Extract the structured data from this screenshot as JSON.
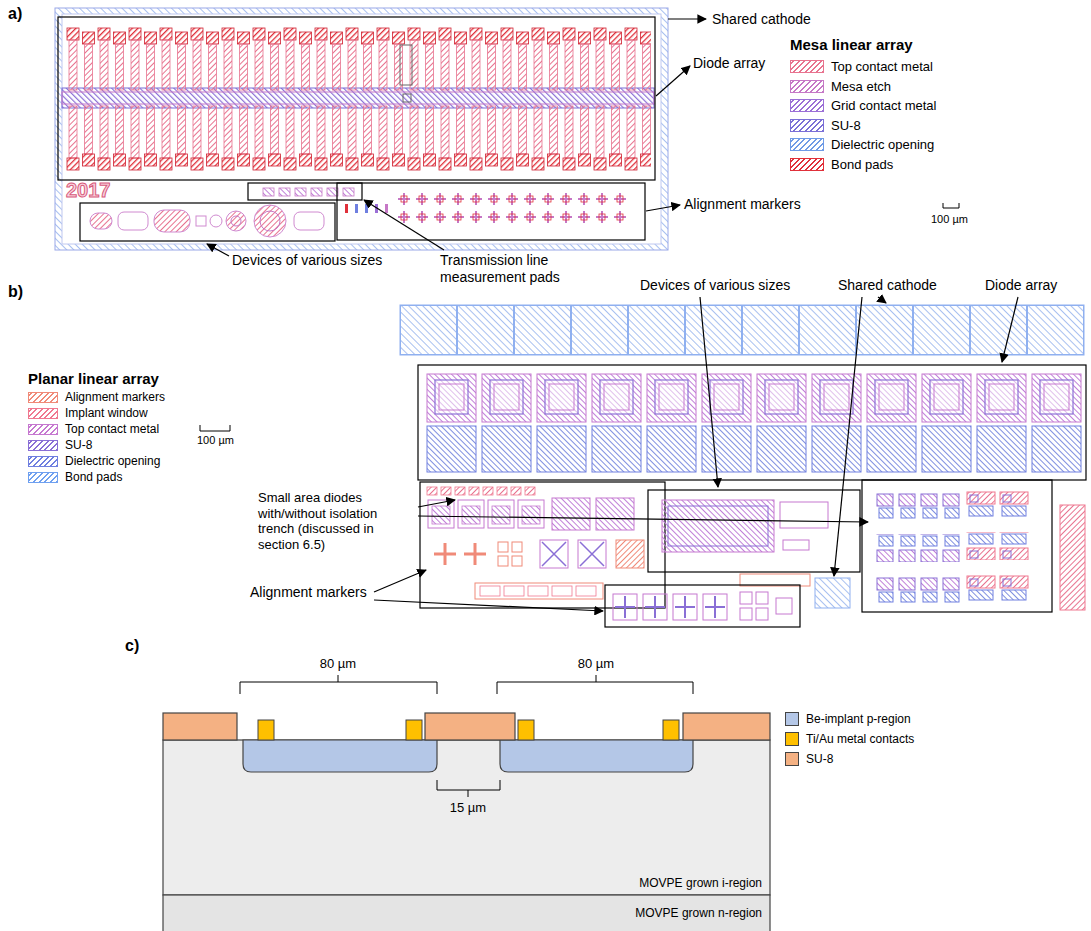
{
  "diagram": {
    "nodes": [
      {
        "text": [
          "MOVPE grown i-region"
        ]
      },
      {
        "text": [
          "MOVPE grown n-region"
        ]
      }
    ],
    "labels": [
      "a)",
      "Shared cathode",
      "Diode array",
      "Mesa linear array",
      "100 µm",
      "Alignment markers",
      "Devices of various sizes",
      "Transmission line measurement pads",
      "2017",
      "b)",
      "Planar linear array",
      "100 µm",
      "Devices of various sizes",
      "Shared cathode",
      "Diode array",
      "Small area diodes with/without isolation trench (discussed in section 6.5)",
      "Alignment markers",
      "c)",
      "80 µm",
      "80 µm",
      "15 µm"
    ],
    "legend": [
      {
        "text": "Top contact metal",
        "color": "#e8738f"
      },
      {
        "text": "Mesa etch",
        "color": "#c678c6"
      },
      {
        "text": "Grid contact metal",
        "color": "#9b6fd6"
      },
      {
        "text": "SU-8",
        "color": "#7b6fd6"
      },
      {
        "text": "Dielectric opening",
        "color": "#6f9be6"
      },
      {
        "text": "Bond pads",
        "color": "#e0303a"
      },
      {
        "text": "Alignment markers",
        "color": "#f08a78"
      },
      {
        "text": "Implant window",
        "color": "#f07890"
      },
      {
        "text": "Top contact metal",
        "color": "#c678d0"
      },
      {
        "text": "SU-8",
        "color": "#8a6fd6"
      },
      {
        "text": "Dielectric opening",
        "color": "#6f7fe0"
      },
      {
        "text": "Bond pads",
        "color": "#6fa0f0"
      },
      {
        "text": "Be-implant p-region",
        "color": "#b4c7e7"
      },
      {
        "text": "Ti/Au metal contacts",
        "color": "#ffc000"
      },
      {
        "text": "SU-8",
        "color": "#f4b183"
      }
    ]
  }
}
